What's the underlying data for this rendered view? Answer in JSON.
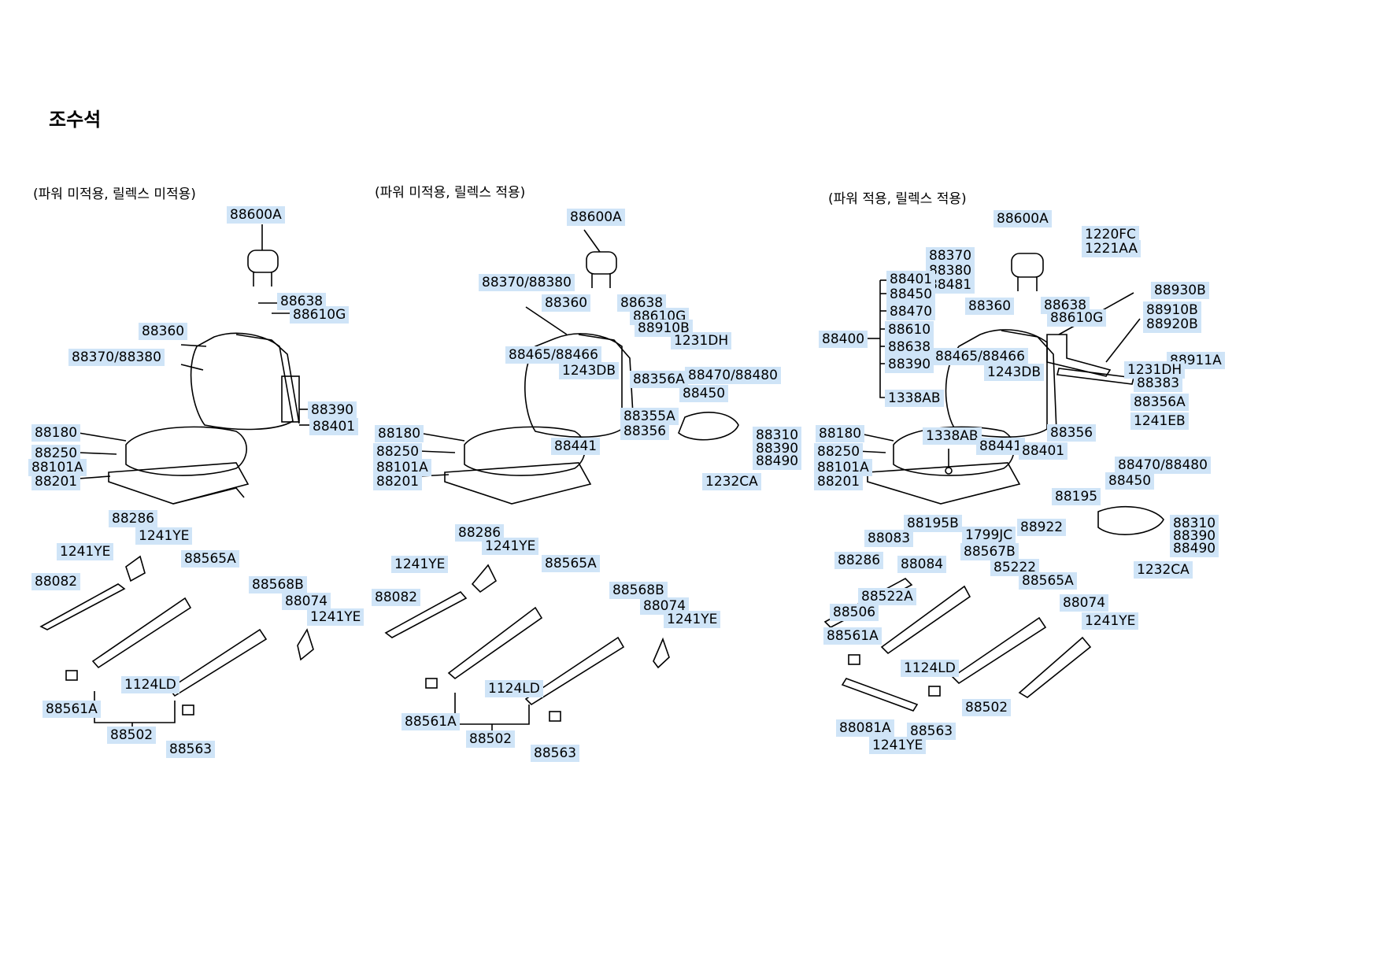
{
  "title": "조수석",
  "sections": {
    "a": "(파워 미적용, 릴렉스 미적용)",
    "b": "(파워 미적용, 릴렉스   적용)",
    "c": "(파워 적용, 릴렉스 적용)"
  },
  "labels": {
    "a": [
      "88600A",
      "88638",
      "88610G",
      "88360",
      "88370/88380",
      "88390",
      "88401",
      "88180",
      "88250",
      "88101A",
      "88201",
      "88286",
      "1241YE",
      "1241YE",
      "88565A",
      "88082",
      "88568B",
      "88074",
      "1241YE",
      "1124LD",
      "88561A",
      "88502",
      "88563"
    ],
    "b": [
      "88600A",
      "88370/88380",
      "88360",
      "88638",
      "88610G",
      "88910B",
      "1231DH",
      "88465/88466",
      "1243DB",
      "88356A",
      "88470/88480",
      "88450",
      "88355A",
      "88356",
      "88441",
      "88180",
      "88250",
      "88101A",
      "88201",
      "88310",
      "88390",
      "88490",
      "1232CA",
      "88286",
      "1241YE",
      "1241YE",
      "88565A",
      "88082",
      "88568B",
      "88074",
      "1241YE",
      "1124LD",
      "88561A",
      "88502",
      "88563"
    ],
    "c": [
      "88600A",
      "1220FC",
      "1221AA",
      "88370",
      "88380",
      "88481",
      "88401",
      "88450",
      "88470",
      "88610",
      "88638",
      "88390",
      "1338AB",
      "88400",
      "88360",
      "88638",
      "88610G",
      "88930B",
      "88910B",
      "88920B",
      "88465/88466",
      "1243DB",
      "88911A",
      "1231DH",
      "88383",
      "88356A",
      "1241EB",
      "88356",
      "88180",
      "1338AB",
      "88441",
      "88401",
      "88250",
      "88101A",
      "88201",
      "88470/88480",
      "88450",
      "88195",
      "88195B",
      "1799JC",
      "88922",
      "88310",
      "88390",
      "88490",
      "88083",
      "88567B",
      "88286",
      "88084",
      "85222",
      "1232CA",
      "88522A",
      "88565A",
      "88506",
      "88074",
      "1241YE",
      "88561A",
      "1124LD",
      "88502",
      "88081A",
      "88563",
      "1241YE"
    ]
  }
}
